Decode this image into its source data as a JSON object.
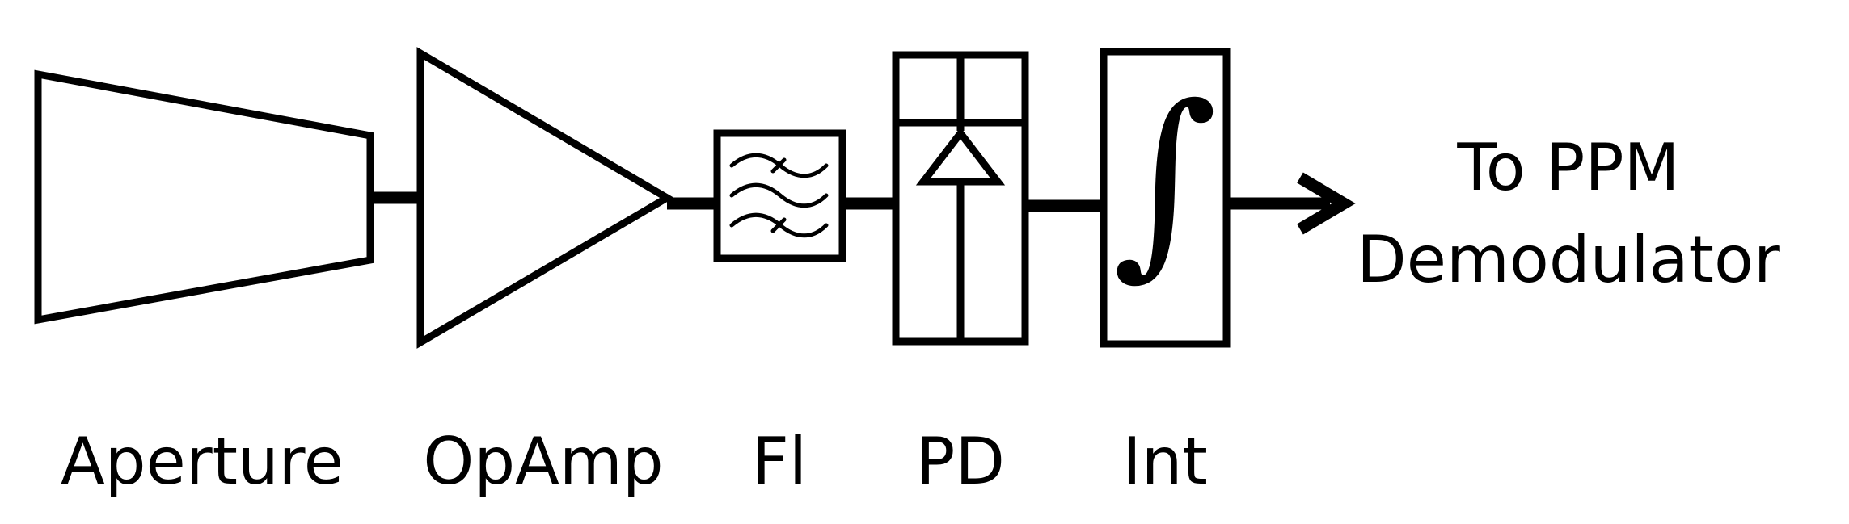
{
  "blocks": [
    {
      "id": "aperture",
      "label": "Aperture"
    },
    {
      "id": "opamp",
      "label": "OpAmp"
    },
    {
      "id": "filter",
      "label": "Fl"
    },
    {
      "id": "photodetector",
      "label": "PD"
    },
    {
      "id": "integrator",
      "label": "Int"
    }
  ],
  "output": {
    "line1": "To PPM",
    "line2": "Demodulator"
  },
  "integral_symbol": "∫"
}
